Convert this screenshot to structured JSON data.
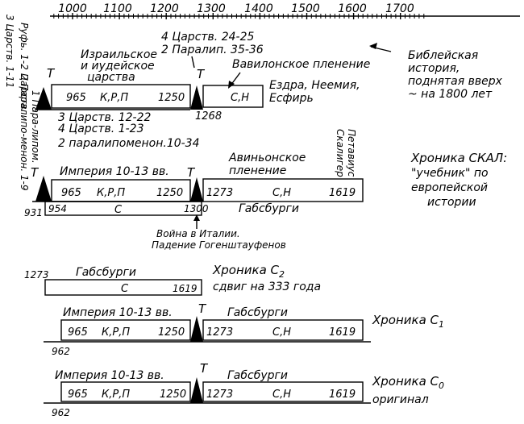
{
  "timeline": {
    "years": [
      "1000",
      "1100",
      "1200",
      "1300",
      "1400",
      "1500",
      "1600",
      "1700"
    ]
  },
  "left_notes": {
    "col1": "3 Царств. 1-11",
    "col2": "Руфь. 1-2 Царств.",
    "col3": "2 Паралипо-менон. 1-9",
    "col4": "1 Пара-липом."
  },
  "biblical": {
    "israel": [
      "Израильское",
      "и иудейское",
      "царства"
    ],
    "top_kings": "4 Царств. 24-25",
    "top_paral": "2 Паралип. 35-36",
    "babylon": "Вавилонское пленение",
    "ezra": "Ездра, Неемия,",
    "esther": "Есфирь",
    "box1_start": "965",
    "box1_letters": "К,Р,П",
    "box1_end": "1250",
    "box2_letters": "С,Н",
    "year_1268": "1268",
    "below": [
      "3 Царств. 12-22",
      "4 Царств. 1-23",
      "2 паралипоменон.10-34"
    ],
    "caption": [
      "Библейская",
      "история,",
      "поднятая вверх",
      "~ на 1800 лет"
    ]
  },
  "skal": {
    "empire": "Империя 10-13 вв.",
    "avignon": [
      "Авиньонское",
      "пленение"
    ],
    "scaliger": [
      "Скалигер",
      "Петавиус"
    ],
    "b1_start": "965",
    "b1_letters": "К,Р,П",
    "b1_end": "1250",
    "b2_start": "1273",
    "b2_letters": "С,Н",
    "b2_end": "1619",
    "y931": "931",
    "y954": "954",
    "letter_c": "С",
    "y1300": "1300",
    "habsburgs": "Габсбурги",
    "war": "Война в Италии.",
    "hohenstaufen": "Падение Гогенштауфенов",
    "caption": [
      "Хроника СКАЛ:",
      "\"учебник\" по",
      "европейской",
      "истории"
    ]
  },
  "c2": {
    "y1273": "1273",
    "habsburgs": "Габсбурги",
    "letter_c": "С",
    "y1619": "1619",
    "title": "Хроника С",
    "sub": "2",
    "shift": "сдвиг на 333 года"
  },
  "c1": {
    "empire": "Империя 10-13 вв.",
    "habsburgs": "Габсбурги",
    "b1_start": "965",
    "b1_letters": "К,Р,П",
    "b1_end": "1250",
    "b2_start": "1273",
    "b2_letters": "С,Н",
    "b2_end": "1619",
    "y962": "962",
    "title": "Хроника С",
    "sub": "1"
  },
  "c0": {
    "empire": "Империя 10-13 вв.",
    "habsburgs": "Габсбурги",
    "b1_start": "965",
    "b1_letters": "К,Р,П",
    "b1_end": "1250",
    "b2_start": "1273",
    "b2_letters": "С,Н",
    "b2_end": "1619",
    "y962": "962",
    "title": "Хроника С",
    "sub": "0",
    "original": "оригинал"
  },
  "marker_T": "Т"
}
